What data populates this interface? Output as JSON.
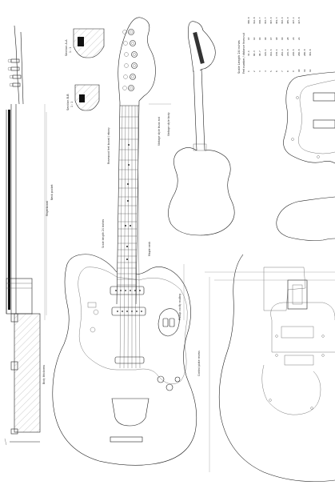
{
  "drawing": {
    "section_aa_title": "Section A-A",
    "section_aa_scale": "1 : 1",
    "section_bb_title": "Section B-B",
    "section_bb_scale": "1 : 1",
    "neck_label_1": "Rosewood fret board / ebony",
    "neck_label_2": "Vintage style truss rod",
    "neck_label_3": "Scale length 24 inches",
    "neck_label_4": "Maple neck",
    "body_label_1": "Pickup cavity routing",
    "body_label_2": "Control plate recess",
    "side_label_1": "Fingerboard",
    "side_label_2": "Neck pocket",
    "side_label_3": "Body thickness",
    "small_body_label": "Vintage style body",
    "table_title": "Scale Length 24 inches",
    "table_header": "Fret number / distance from nut",
    "fret_table": [
      [
        "1",
        "34.1",
        "13",
        "306.0"
      ],
      [
        "2",
        "66.3",
        "14",
        "322.8"
      ],
      [
        "3",
        "96.7",
        "15",
        "338.7"
      ],
      [
        "4",
        "125.4",
        "16",
        "353.7"
      ],
      [
        "5",
        "152.5",
        "17",
        "367.9"
      ],
      [
        "6",
        "178.1",
        "18",
        "381.3"
      ],
      [
        "7",
        "202.2",
        "19",
        "393.9"
      ],
      [
        "8",
        "225.0",
        "20",
        "405.9"
      ],
      [
        "9",
        "246.5",
        "21",
        "417.2"
      ],
      [
        "10",
        "266.8",
        "22",
        "427.8"
      ],
      [
        "11",
        "286.0",
        "",
        ""
      ],
      [
        "12",
        "304.8",
        "",
        ""
      ]
    ]
  }
}
